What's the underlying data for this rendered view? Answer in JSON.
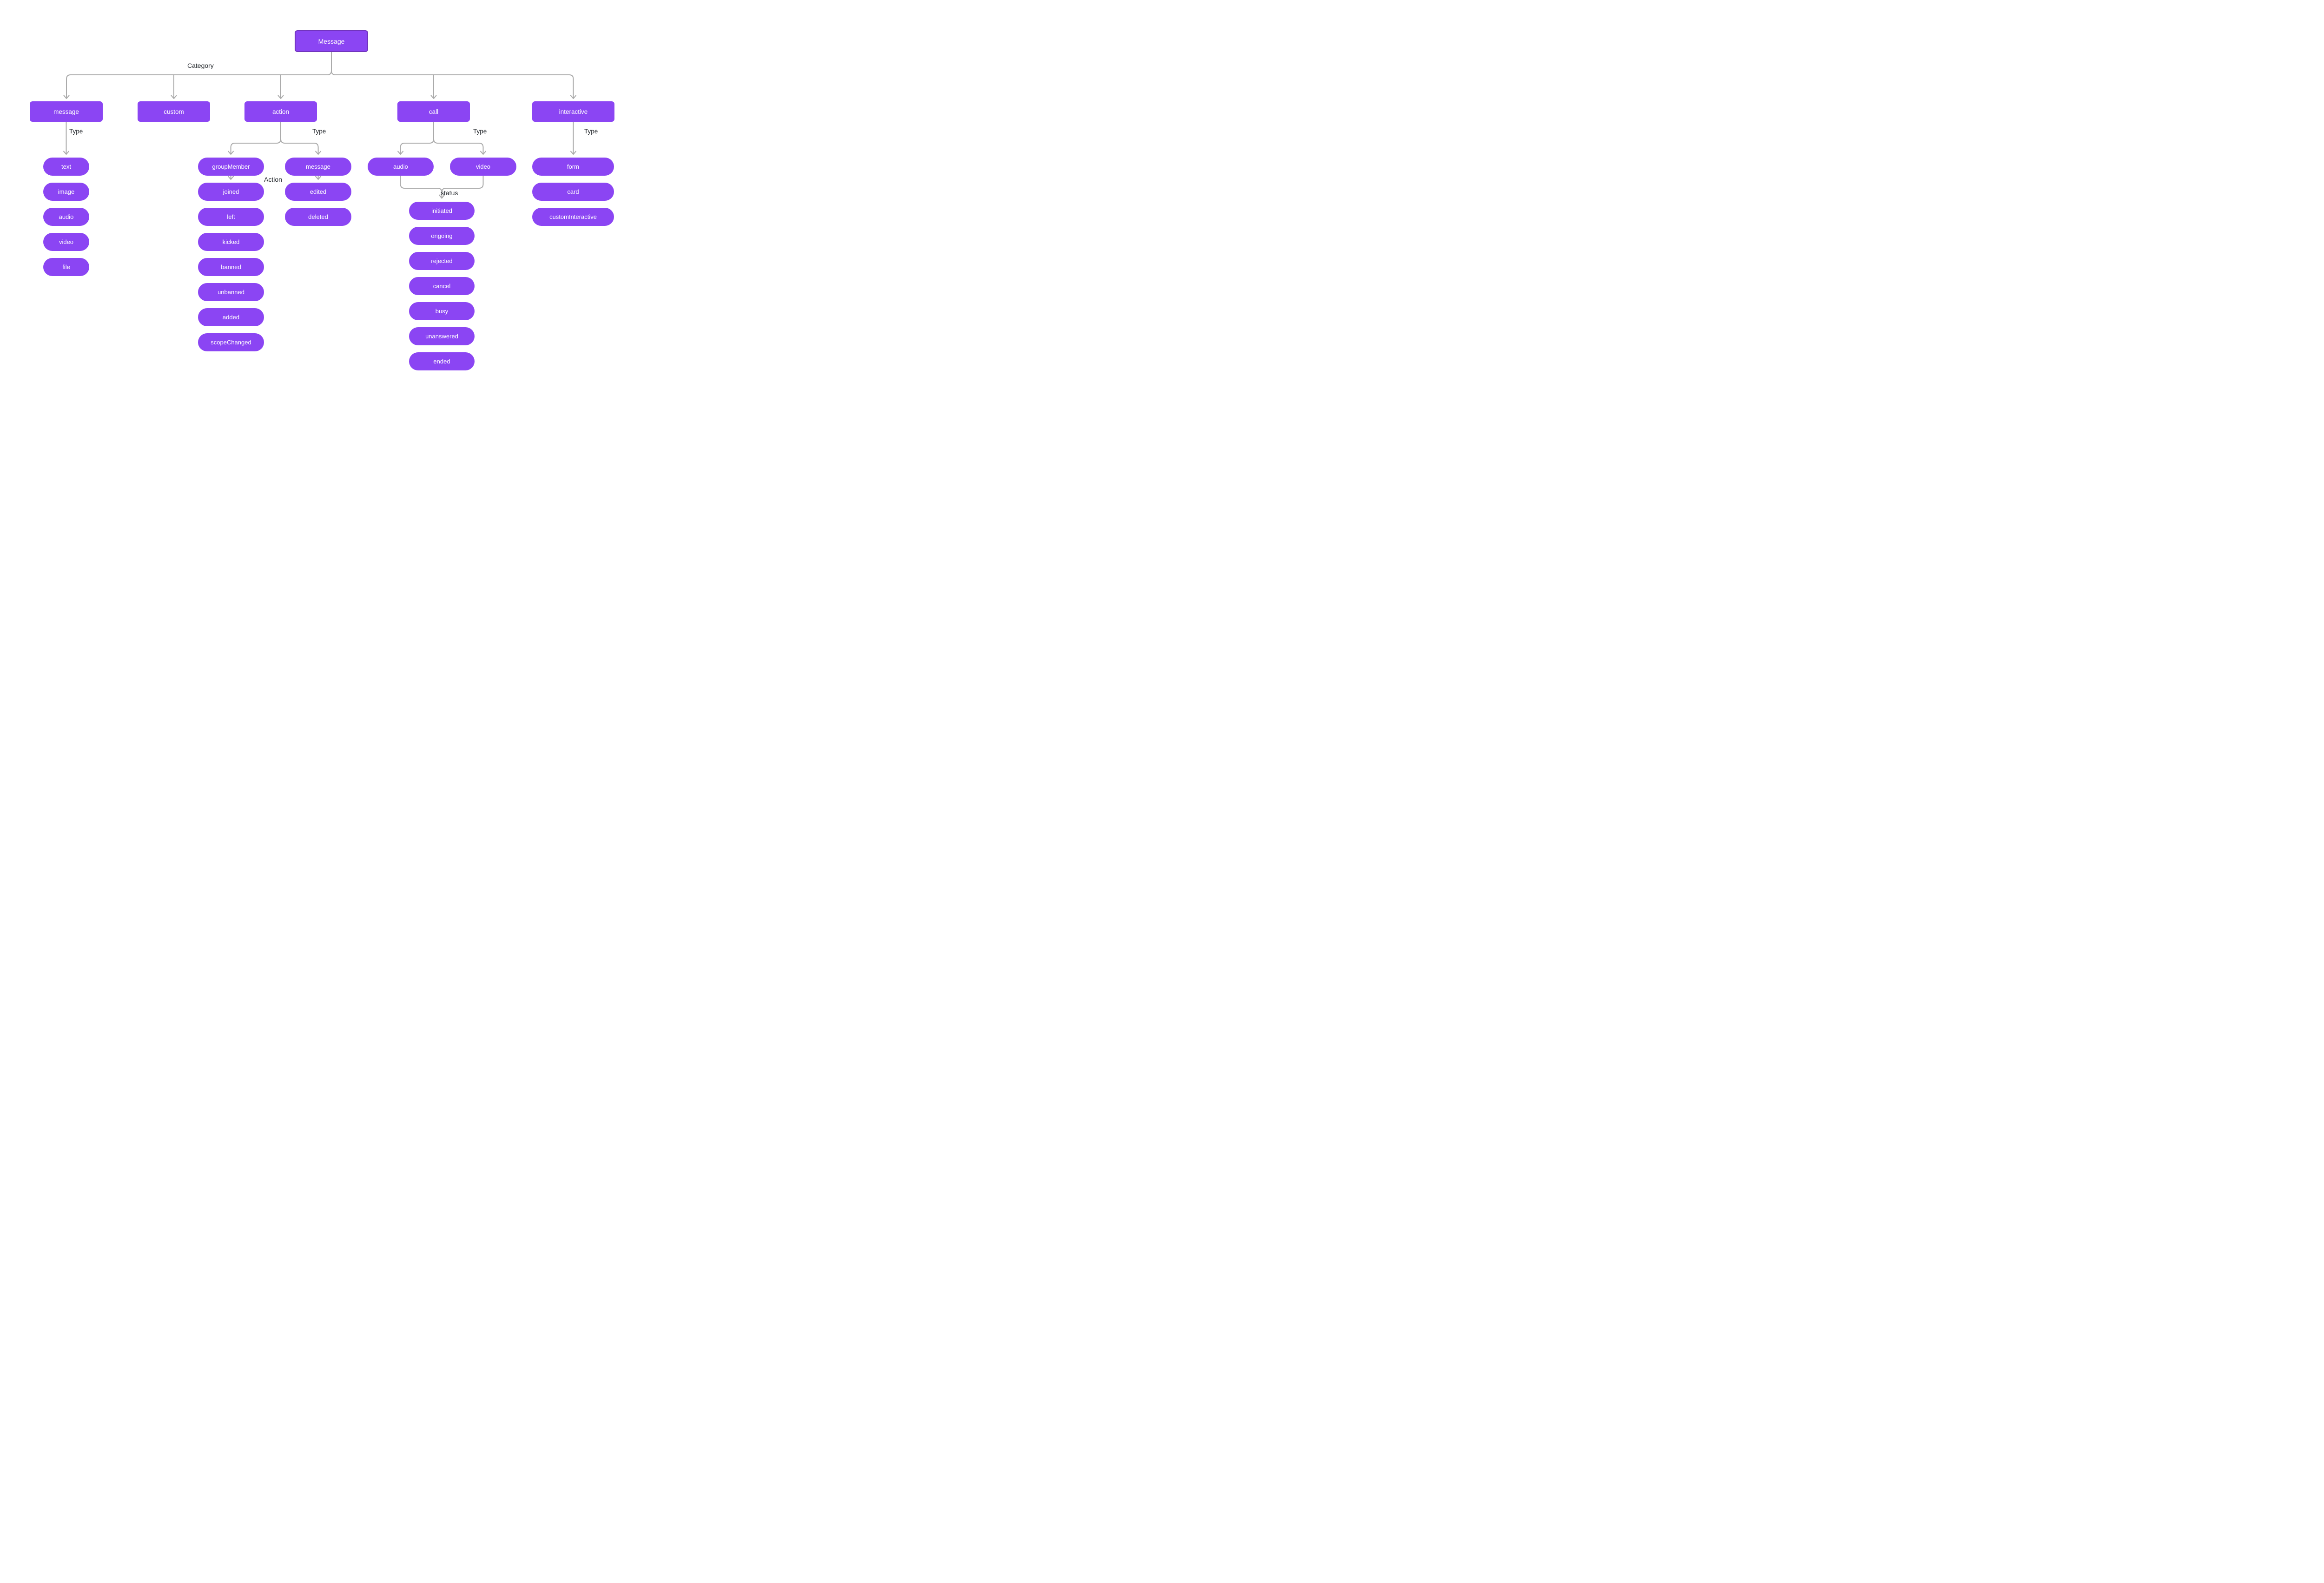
{
  "title": "Message type hierarchy diagram",
  "root": {
    "label": "Message"
  },
  "labels": {
    "category": "Category",
    "type": "Type",
    "action": "Action",
    "status": "status"
  },
  "categories": [
    {
      "label": "message",
      "children_label": "Type",
      "children": [
        "text",
        "image",
        "audio",
        "video",
        "file"
      ]
    },
    {
      "label": "custom"
    },
    {
      "label": "action",
      "children_label": "Type",
      "children": [
        {
          "label": "groupMember",
          "children_label": "Action",
          "children": [
            "joined",
            "left",
            "kicked",
            "banned",
            "unbanned",
            "added",
            "scopeChanged"
          ]
        },
        {
          "label": "message",
          "children": [
            "edited",
            "deleted"
          ]
        }
      ]
    },
    {
      "label": "call",
      "children_label": "Type",
      "children": [
        "audio",
        "video"
      ],
      "statuses_label": "status",
      "statuses": [
        "initiated",
        "ongoing",
        "rejected",
        "cancel",
        "busy",
        "unanswered",
        "ended"
      ]
    },
    {
      "label": "interactive",
      "children_label": "Type",
      "children": [
        "form",
        "card",
        "customInteractive"
      ]
    }
  ],
  "colors": {
    "node_fill": "#8b45f3",
    "root_border": "#7134bd",
    "connector": "#ababab",
    "text_on_node": "#ffffff",
    "label_text": "#1f2328",
    "background": "#ffffff"
  }
}
